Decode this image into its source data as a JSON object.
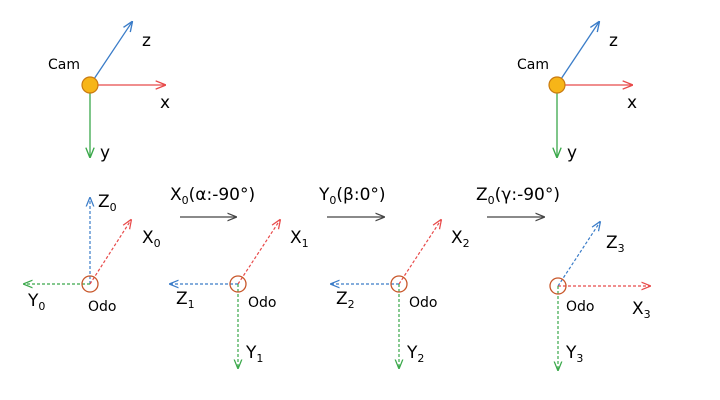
{
  "colors": {
    "x_axis": "#e84a4a",
    "y_axis": "#3aa84a",
    "z_axis": "#3a7cc8",
    "cam_fill": "#f7b518",
    "cam_stroke": "#c97a10",
    "odo_stroke": "#c8572a",
    "arrow": "#444444"
  },
  "cam_frames": [
    {
      "label": "Cam",
      "x": "x",
      "y": "y",
      "z": "z"
    },
    {
      "label": "Cam",
      "x": "x",
      "y": "y",
      "z": "z"
    }
  ],
  "odo_frames": [
    {
      "label": "Odo",
      "x": "X",
      "x_sub": "0",
      "y": "Y",
      "y_sub": "0",
      "z": "Z",
      "z_sub": "0"
    },
    {
      "label": "Odo",
      "x": "X",
      "x_sub": "1",
      "y": "Y",
      "y_sub": "1",
      "z": "Z",
      "z_sub": "1"
    },
    {
      "label": "Odo",
      "x": "X",
      "x_sub": "2",
      "y": "Y",
      "y_sub": "2",
      "z": "Z",
      "z_sub": "2"
    },
    {
      "label": "Odo",
      "x": "X",
      "x_sub": "3",
      "y": "Y",
      "y_sub": "3",
      "z": "Z",
      "z_sub": "3"
    }
  ],
  "transforms": [
    {
      "axis": "X",
      "sub": "0",
      "angle": "(α:-90°)"
    },
    {
      "axis": "Y",
      "sub": "0",
      "angle": "(β:0°)"
    },
    {
      "axis": "Z",
      "sub": "0",
      "angle": "(γ:-90°)"
    }
  ]
}
